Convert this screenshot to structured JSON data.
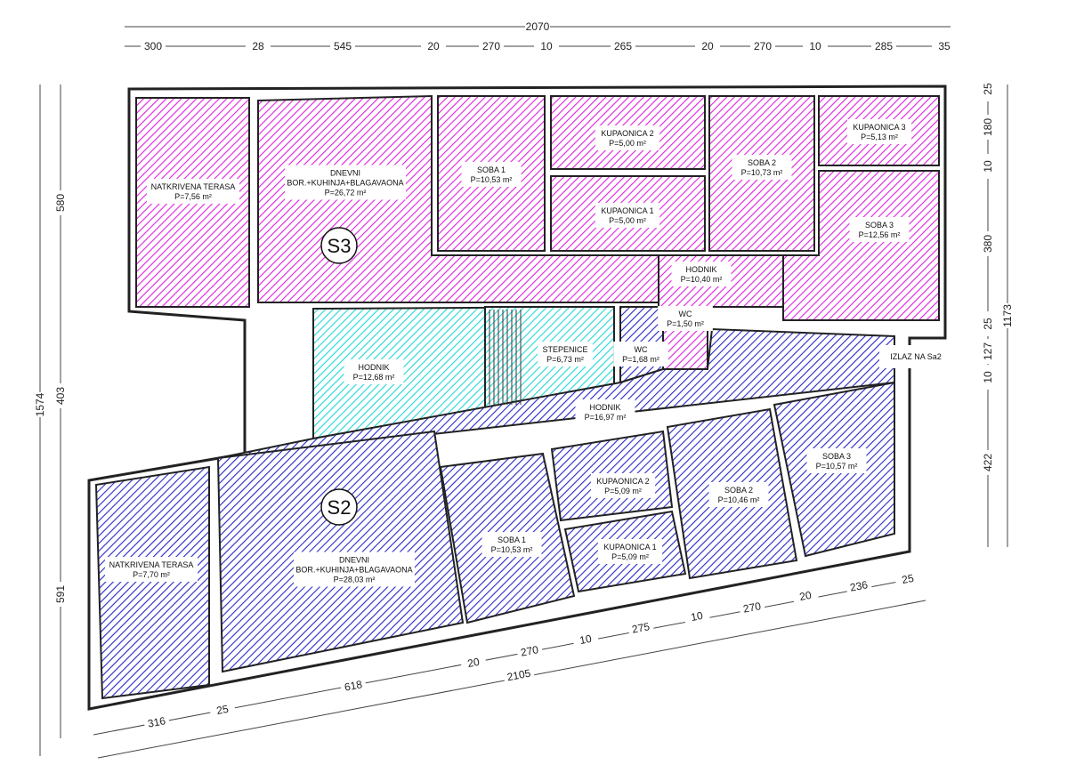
{
  "colors": {
    "s3": "#e020e0",
    "hodnik_cyan": "#20d8d8",
    "s2": "#2828c8",
    "wall": "#222222"
  },
  "apartments": {
    "upper": "S3",
    "lower": "S2"
  },
  "exit_label": "IZLAZ NA Sa2",
  "rooms_s3": [
    {
      "name": "NATKRIVENA TERASA",
      "area": "P=7,56 m²"
    },
    {
      "name": "DNEVNI",
      "name2": "BOR.+KUHINJA+BLAGAVAONA",
      "area": "P=26,72 m²"
    },
    {
      "name": "SOBA 1",
      "area": "P=10,53 m²"
    },
    {
      "name": "KUPAONICA 2",
      "area": "P=5,00 m²"
    },
    {
      "name": "KUPAONICA 1",
      "area": "P=5,00 m²"
    },
    {
      "name": "SOBA 2",
      "area": "P=10,73 m²"
    },
    {
      "name": "KUPAONICA 3",
      "area": "P=5,13 m²"
    },
    {
      "name": "SOBA 3",
      "area": "P=12,56 m²"
    },
    {
      "name": "HODNIK",
      "area": "P=10,40 m²"
    },
    {
      "name": "WC",
      "area": "P=1,50 m²"
    }
  ],
  "rooms_common": [
    {
      "name": "HODNIK",
      "area": "P=12,68 m²"
    },
    {
      "name": "STEPENICE",
      "area": "P=6,73 m²"
    }
  ],
  "rooms_s2": [
    {
      "name": "WC",
      "area": "P=1,68 m²"
    },
    {
      "name": "HODNIK",
      "area": "P=16,97 m²"
    },
    {
      "name": "NATKRIVENA TERASA",
      "area": "P=7,70 m²"
    },
    {
      "name": "DNEVNI",
      "name2": "BOR.+KUHINJA+BLAGAVAONA",
      "area": "P=28,03 m²"
    },
    {
      "name": "SOBA 1",
      "area": "P=10,53 m²"
    },
    {
      "name": "KUPAONICA 2",
      "area": "P=5,09 m²"
    },
    {
      "name": "KUPAONICA 1",
      "area": "P=5,09 m²"
    },
    {
      "name": "SOBA 2",
      "area": "P=10,46 m²"
    },
    {
      "name": "SOBA 3",
      "area": "P=10,57 m²"
    }
  ],
  "dimensions": {
    "top_total": "2070",
    "top": [
      "300",
      "28",
      "545",
      "20",
      "270",
      "10",
      "265",
      "20",
      "270",
      "10",
      "285",
      "35"
    ],
    "left_total": "1574",
    "left": [
      "580",
      "403",
      "591"
    ],
    "right_total": "1173",
    "right": [
      "25",
      "180",
      "10",
      "380",
      "25",
      "127",
      "10",
      "422"
    ],
    "bottom_total": "2105",
    "bottom": [
      "316",
      "25",
      "618",
      "20",
      "270",
      "10",
      "275",
      "10",
      "270",
      "20",
      "236",
      "25"
    ]
  }
}
